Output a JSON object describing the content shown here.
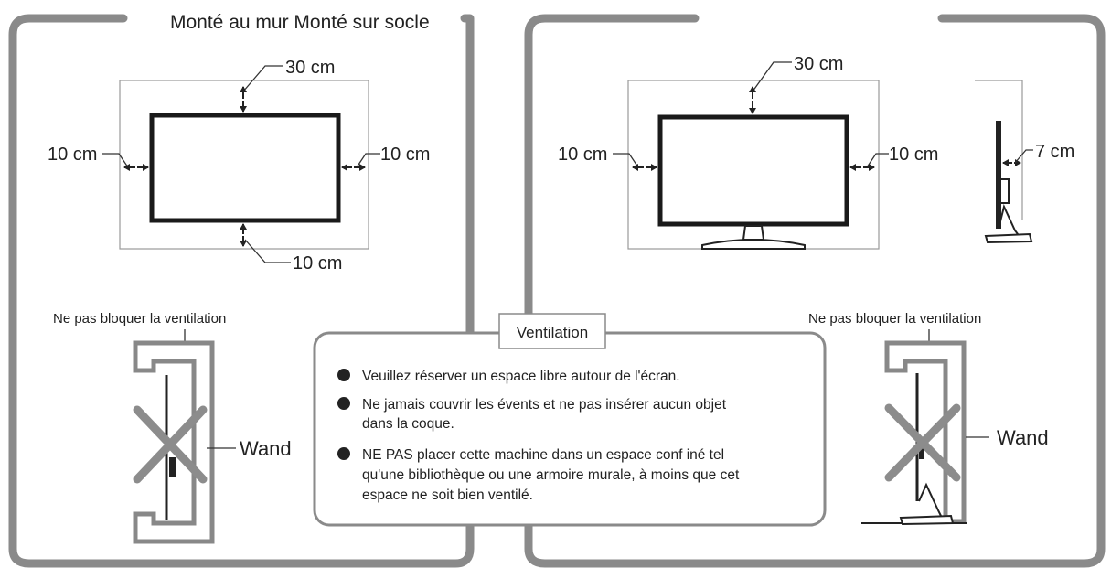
{
  "wall_mount": {
    "title": "Monté au mur Monté sur socle",
    "top_gap": "30 cm",
    "left_gap": "10 cm",
    "right_gap": "10 cm",
    "bottom_gap": "10 cm",
    "blocked_label": "Ne pas bloquer la ventilation",
    "wall_label": "Wand"
  },
  "stand_mount": {
    "top_gap": "30 cm",
    "left_gap": "10 cm",
    "right_gap": "10 cm",
    "side_gap": "7 cm",
    "blocked_label": "Ne pas bloquer la ventilation",
    "wall_label": "Wand"
  },
  "ventilation": {
    "heading": "Ventilation",
    "bullets": [
      {
        "lines": [
          "Veuillez réserver un espace libre autour de l'écran."
        ]
      },
      {
        "lines": [
          "Ne jamais couvrir les évents et ne pas insérer aucun objet",
          "dans la coque."
        ]
      },
      {
        "lines": [
          "NE PAS placer cette machine dans un espace conf iné tel",
          "qu'une bibliothèque ou une armoire murale, à moins que cet",
          "espace ne soit bien ventilé."
        ]
      }
    ]
  },
  "colors": {
    "frame": "#8a8a8a",
    "line": "#222222"
  }
}
